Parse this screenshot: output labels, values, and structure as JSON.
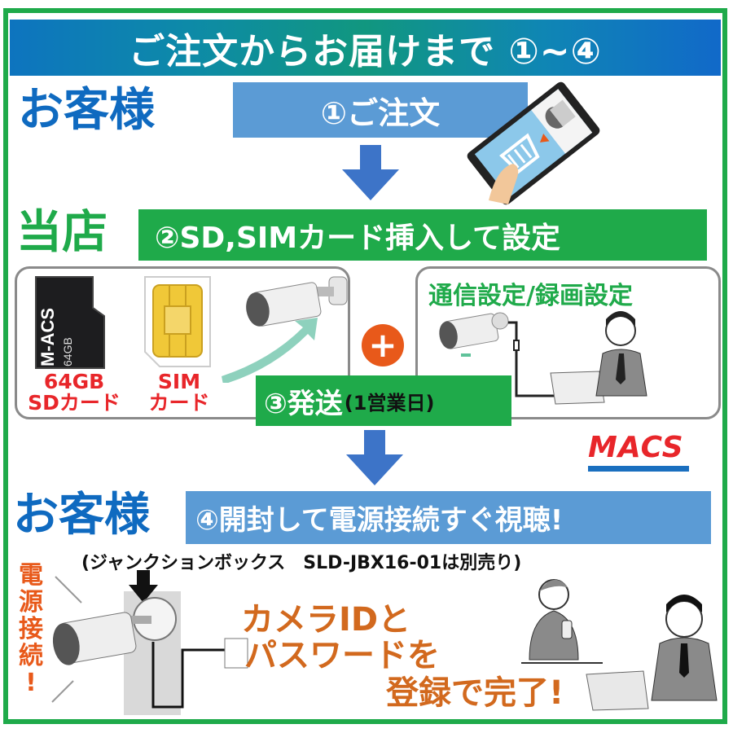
{
  "title": "ご注文からお届けまで ①~④",
  "colors": {
    "frame_green": "#1faa4a",
    "title_blue": "#0d74bf",
    "step_blue": "#5b9bd5",
    "label_blue": "#0f6ac0",
    "red": "#e8262a",
    "orange": "#e8591a",
    "brown_orange": "#d2691e"
  },
  "sections": {
    "customer_label_1": "お客様",
    "shop_label": "当店",
    "customer_label_2": "お客様"
  },
  "steps": {
    "step1": "①ご注文",
    "step2": "②SD,SIMカード挿入して設定",
    "step3_main": "③発送",
    "step3_sub": "(1営業日)",
    "step4": "④開封して電源接続すぐ視聴!"
  },
  "shop_panel": {
    "sd_card_print": "M-ACS 64GB",
    "sd_caption_line1": "64GB",
    "sd_caption_line2": "SDカード",
    "sim_caption_line1": "SIM",
    "sim_caption_line2": "カード",
    "plus_symbol": "+",
    "settings_heading": "通信設定/録画設定"
  },
  "brand": {
    "logo": "MACS"
  },
  "final": {
    "note": "(ジャンクションボックス　SLD-JBX16-01は別売り)",
    "vertical_label": [
      "電",
      "源",
      "接",
      "続",
      "!"
    ],
    "line1": "カメラIDと",
    "line2": "パスワードを",
    "line3": "登録で完了!"
  },
  "icons": {
    "arrow": "arrow-down-icon",
    "phone": "smartphone-cart-icon",
    "camera": "security-camera-icon",
    "sd": "microsd-card-icon",
    "sim": "sim-card-icon",
    "person": "businessman-icon",
    "laptop": "laptop-icon",
    "outlet": "power-outlet-icon"
  }
}
